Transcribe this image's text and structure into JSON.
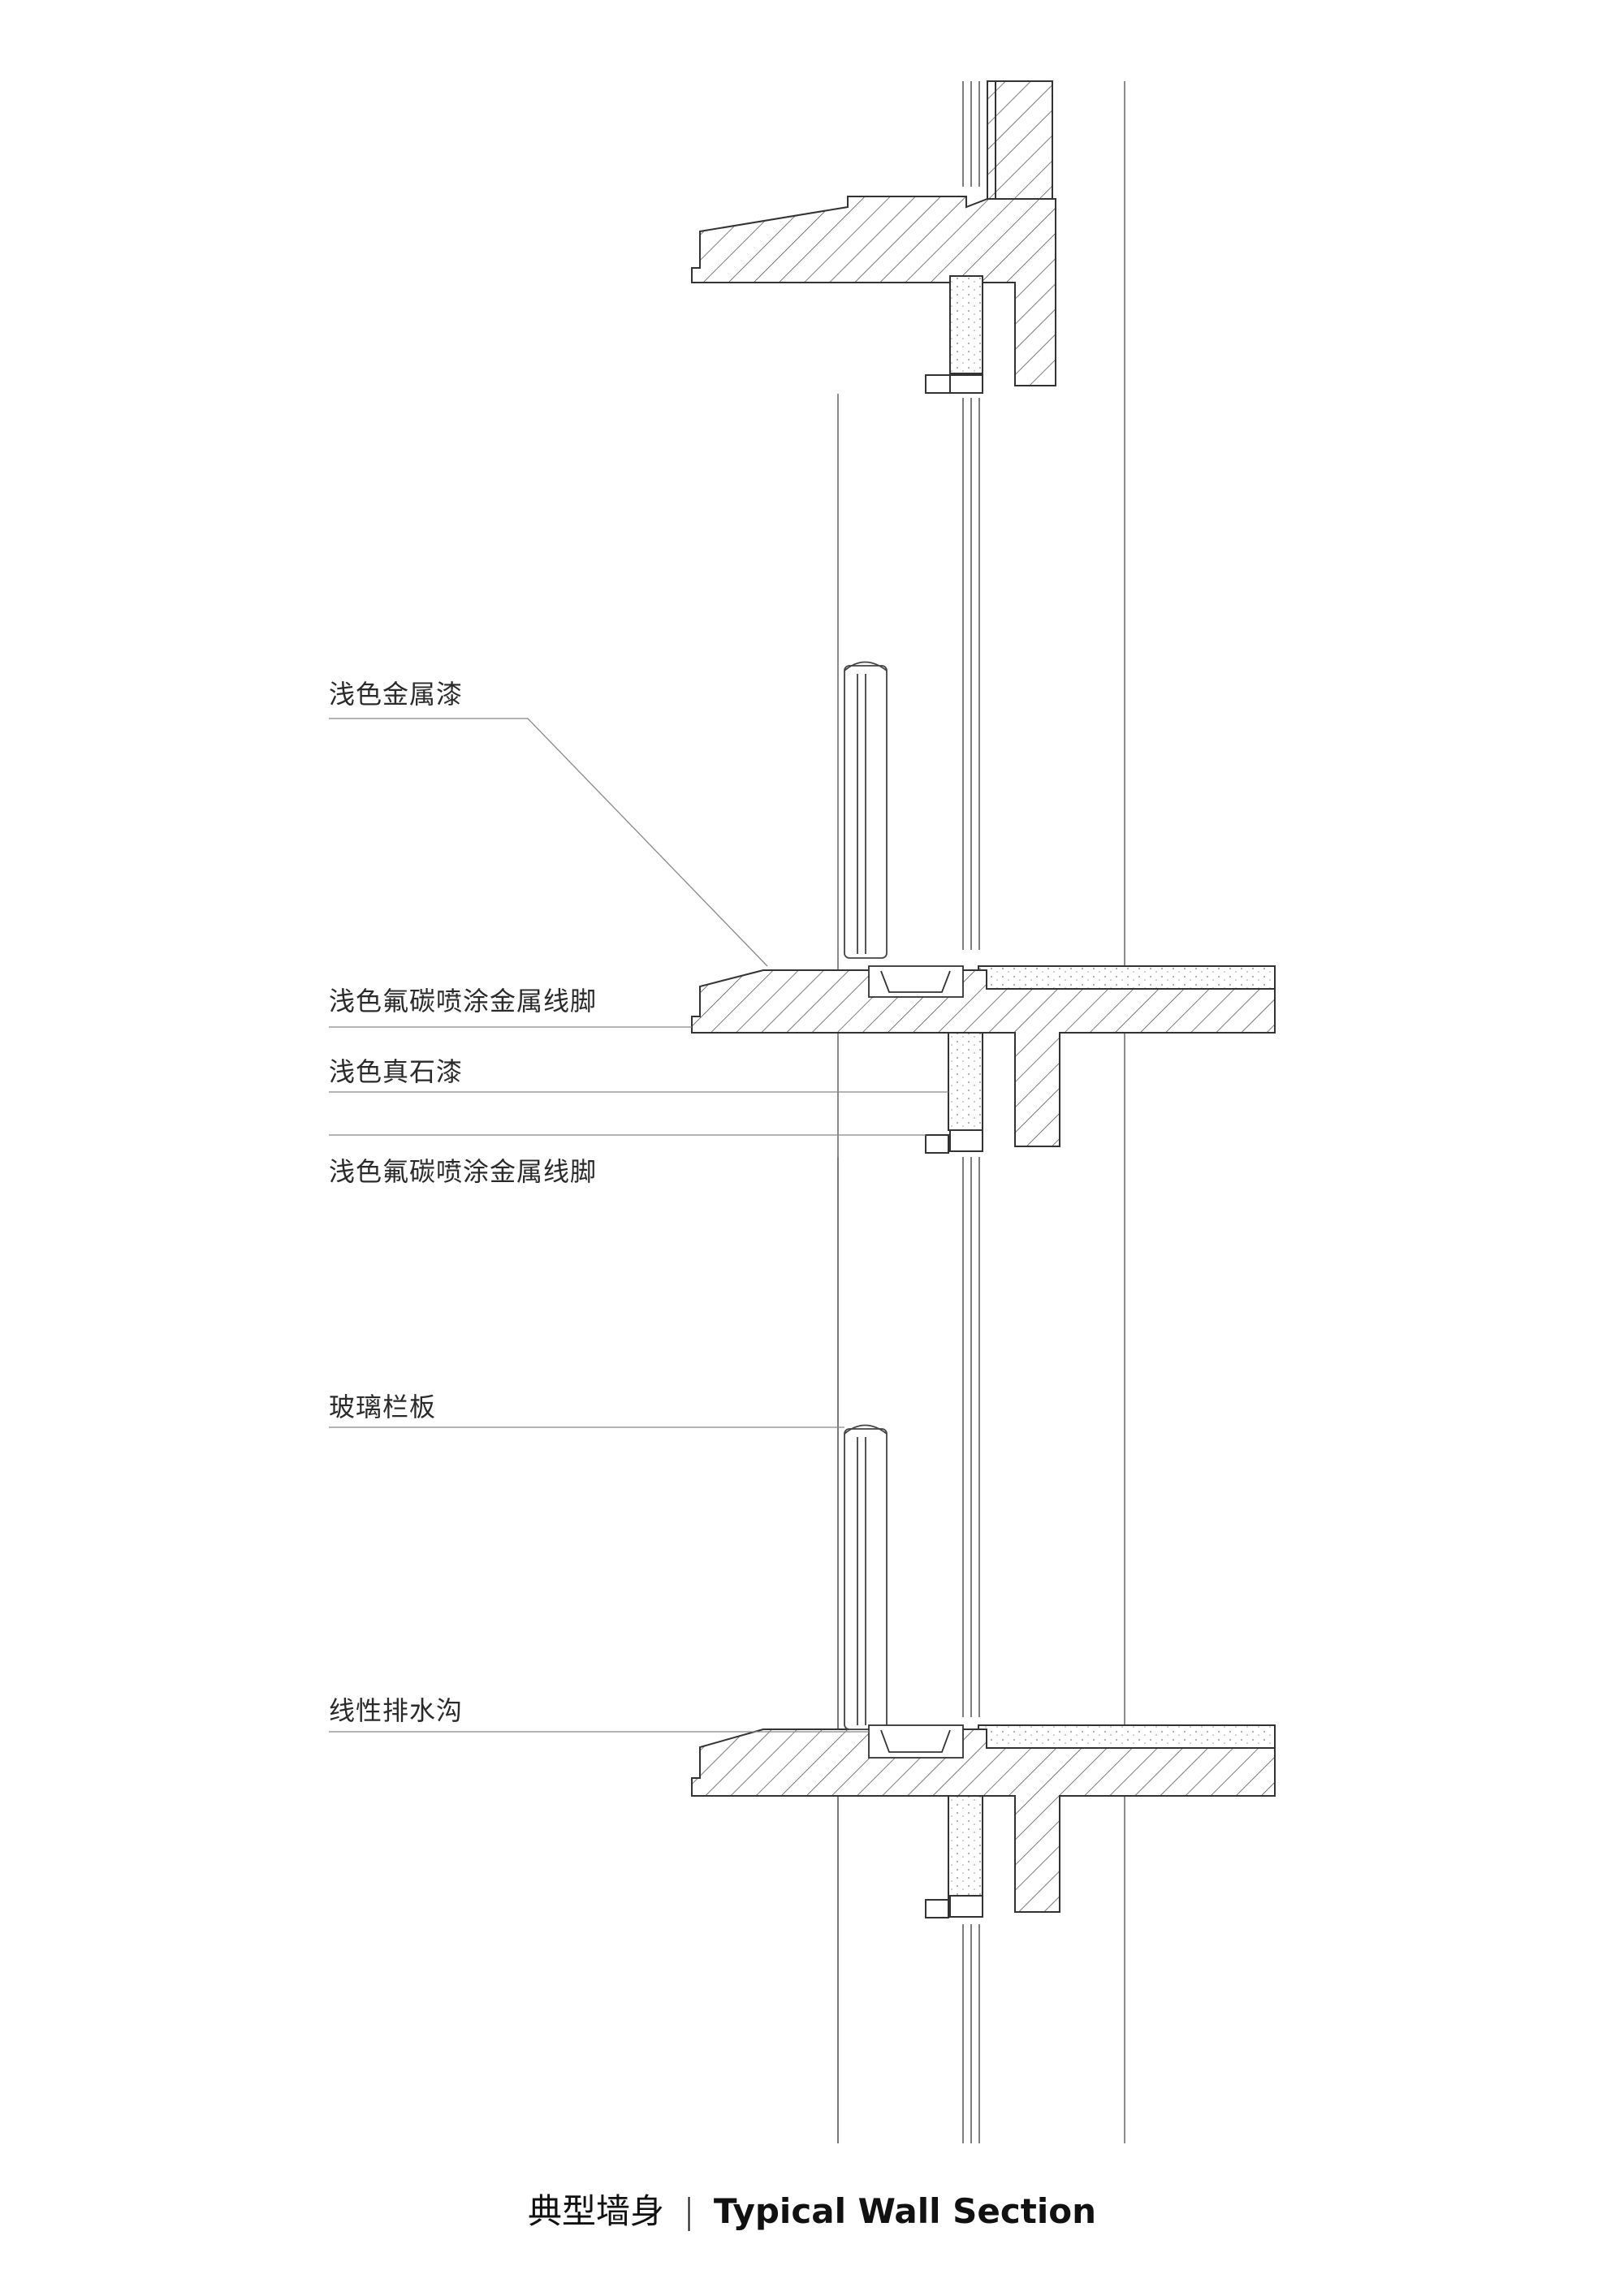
{
  "drawing": {
    "labels": [
      {
        "id": "metal-paint",
        "text": "浅色金属漆"
      },
      {
        "id": "skirting-upper",
        "text": "浅色氟碳喷涂金属线脚"
      },
      {
        "id": "stone-paint",
        "text": "浅色真石漆"
      },
      {
        "id": "skirting-lower",
        "text": "浅色氟碳喷涂金属线脚"
      },
      {
        "id": "glass-railing",
        "text": "玻璃栏板"
      },
      {
        "id": "linear-drain",
        "text": "线性排水沟"
      }
    ],
    "caption": {
      "zh": "典型墙身",
      "separator": "|",
      "en": "Typical Wall Section"
    }
  }
}
